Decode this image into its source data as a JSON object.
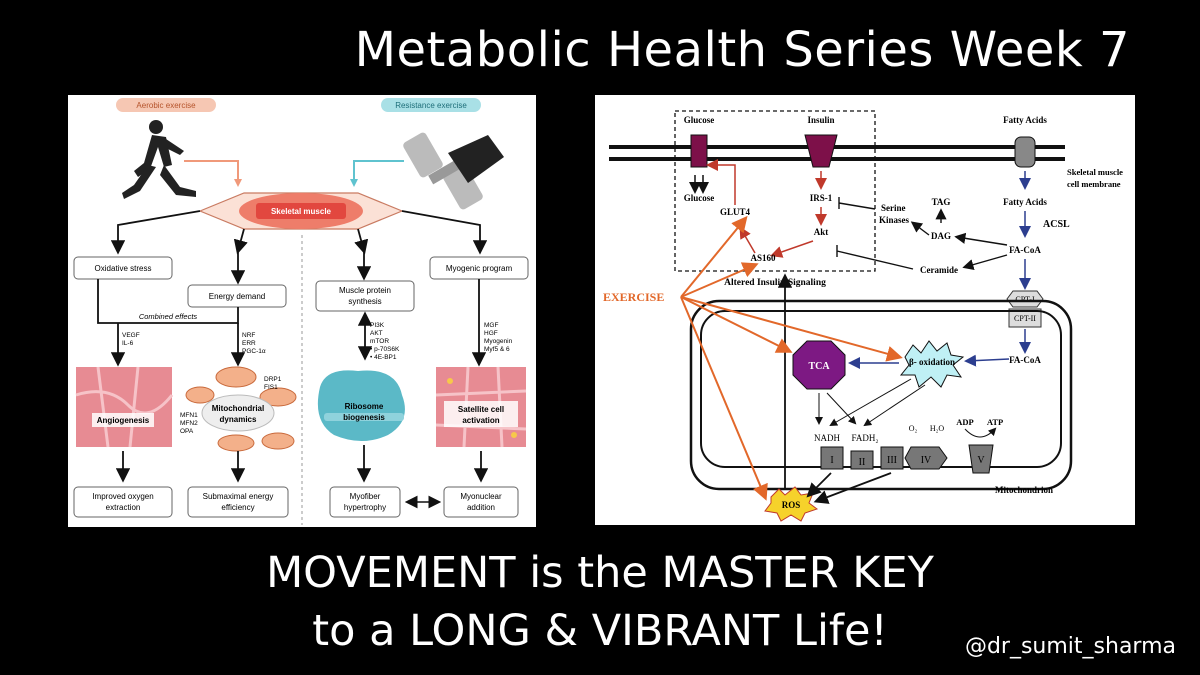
{
  "title": "Metabolic Health Series Week 7",
  "tagline": {
    "line1": "MOVEMENT is the MASTER KEY",
    "line2": "to a LONG & VIBRANT Life!"
  },
  "handle": "@dr_sumit_sharma",
  "left_diagram": {
    "aerobic_label": "Aerobic exercise",
    "resistance_label": "Resistance exercise",
    "skeletal_muscle": "Skeletal muscle",
    "oxidative_stress": "Oxidative stress",
    "energy_demand": "Energy demand",
    "muscle_protein_synthesis": [
      "Muscle protein",
      "synthesis"
    ],
    "myogenic_program": "Myogenic program",
    "combined_effects": "Combined effects",
    "vegf": [
      "VEGF",
      "IL-6"
    ],
    "nrf": [
      "NRF",
      "ERR",
      "PGC-1α"
    ],
    "pi3k": [
      "PI3K",
      "AKT",
      "mTOR",
      "• p-70S6K",
      "• 4E-BP1"
    ],
    "mgf": [
      "MGF",
      "HGF",
      "Myogenin",
      "Myf5 & 6"
    ],
    "drp": [
      "DRP1",
      "FIS1"
    ],
    "mfn": [
      "MFN1",
      "MFN2",
      "OPA"
    ],
    "angiogenesis": "Angiogenesis",
    "mito_dynamics": [
      "Mitochondrial",
      "dynamics"
    ],
    "ribosome": [
      "Ribosome",
      "biogenesis"
    ],
    "satellite": [
      "Satellite cell",
      "activation"
    ],
    "improved_oxygen": [
      "Improved oxygen",
      "extraction"
    ],
    "submaximal": [
      "Submaximal energy",
      "efficiency"
    ],
    "myofiber": [
      "Myofiber",
      "hypertrophy"
    ],
    "myonuclear": [
      "Myonuclear",
      "addition"
    ]
  },
  "right_diagram": {
    "glucose_top": "Glucose",
    "insulin": "Insulin",
    "fatty_acids_top": "Fatty Acids",
    "membrane": [
      "Skeletal muscle",
      "cell membrane"
    ],
    "glucose_bottom": "Glucose",
    "glut4": "GLUT4",
    "irs1": "IRS-1",
    "serine_kinases": [
      "Serine",
      "Kinases"
    ],
    "tag": "TAG",
    "fatty_acids_mid": "Fatty Acids",
    "acsl": "ACSL",
    "akt": "Akt",
    "dag": "DAG",
    "as160": "AS160",
    "ceramide": "Ceramide",
    "fa_coa_top": "FA-CoA",
    "altered_insulin": "Altered Insulin Signaling",
    "exercise": "EXERCISE",
    "cpt1": "CPT-I",
    "cpt2": "CPT-II",
    "tca": "TCA",
    "beta_ox": "β- oxidation",
    "fa_coa_bottom": "FA-CoA",
    "nadh": "NADH",
    "fadh2": "FADH₂",
    "o2": "O₂",
    "h2o": "H₂O",
    "adp": "ADP",
    "atp": "ATP",
    "complexes": [
      "I",
      "II",
      "III",
      "IV",
      "V"
    ],
    "mitochondrion": "Mitochondrion",
    "ros": "ROS"
  }
}
